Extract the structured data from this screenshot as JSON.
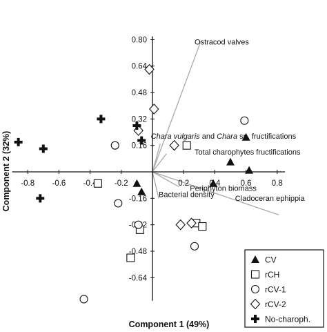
{
  "chart_data": {
    "type": "scatter",
    "title": "",
    "xlabel": "Component 1 (49%)",
    "ylabel": "Component 2 (32%)",
    "xlim": [
      -0.9,
      0.85
    ],
    "ylim": [
      -0.78,
      0.82
    ],
    "x_ticks": [
      "-0.8",
      "-0.6",
      "-0.4",
      "-0.2",
      "0.2",
      "0.4",
      "0.6",
      "0.8"
    ],
    "y_ticks": [
      "0.80",
      "0.64",
      "0.48",
      "0.32",
      "0.16",
      "-0.16",
      "-0.32",
      "-0.48",
      "-0.64"
    ],
    "x_tick_values": [
      -0.8,
      -0.6,
      -0.4,
      -0.2,
      0.2,
      0.4,
      0.6,
      0.8
    ],
    "y_tick_values": [
      0.8,
      0.64,
      0.48,
      0.32,
      0.16,
      -0.16,
      -0.32,
      -0.48,
      -0.64
    ],
    "grid": false,
    "legend_position": "bottom-right",
    "vectors": [
      {
        "label": "Ostracod valves",
        "x": 0.31,
        "y": 0.79,
        "label_x": 0.27,
        "label_y": 0.77
      },
      {
        "label": "Chara vulgaris and Chara sp. fructifications",
        "x": 0.05,
        "y": 0.17,
        "label_x": -0.01,
        "label_y": 0.2
      },
      {
        "label": "Total charophytes fructifications",
        "x": 0.09,
        "y": 0.11,
        "label_x": 0.27,
        "label_y": 0.105
      },
      {
        "label": "Periphyton biomass",
        "x": 0.17,
        "y": -0.09,
        "label_x": 0.24,
        "label_y": -0.115
      },
      {
        "label": "Bacterial density",
        "x": 0.04,
        "y": -0.16,
        "label_x": 0.04,
        "label_y": -0.152
      },
      {
        "label": "Cladoceran ephippia",
        "x": 0.81,
        "y": -0.26,
        "label_x": 0.53,
        "label_y": -0.175
      }
    ],
    "series": [
      {
        "name": "CV",
        "marker": "triangle",
        "points": [
          [
            -0.1,
            -0.07
          ],
          [
            -0.07,
            -0.12
          ],
          [
            0.39,
            -0.07
          ],
          [
            0.5,
            0.06
          ],
          [
            0.6,
            0.21
          ],
          [
            0.62,
            0.01
          ]
        ]
      },
      {
        "name": "rCH",
        "marker": "square",
        "points": [
          [
            -0.35,
            -0.07
          ],
          [
            -0.08,
            -0.35
          ],
          [
            -0.14,
            -0.52
          ],
          [
            0.22,
            0.16
          ],
          [
            0.28,
            -0.31
          ],
          [
            0.32,
            -0.33
          ]
        ]
      },
      {
        "name": "rCV-1",
        "marker": "circle",
        "points": [
          [
            -0.24,
            0.16
          ],
          [
            -0.22,
            -0.19
          ],
          [
            -0.09,
            -0.32
          ],
          [
            0.27,
            -0.45
          ],
          [
            0.59,
            0.31
          ],
          [
            -0.44,
            -0.77
          ]
        ]
      },
      {
        "name": "rCV-2",
        "marker": "diamond",
        "points": [
          [
            -0.02,
            0.62
          ],
          [
            0.01,
            0.38
          ],
          [
            -0.09,
            0.25
          ],
          [
            0.14,
            0.16
          ],
          [
            0.18,
            -0.32
          ],
          [
            0.25,
            -0.31
          ]
        ]
      },
      {
        "name": "No-charoph.",
        "marker": "cross",
        "points": [
          [
            -0.86,
            0.18
          ],
          [
            -0.7,
            0.14
          ],
          [
            -0.33,
            0.32
          ],
          [
            -0.1,
            0.28
          ],
          [
            -0.07,
            0.19
          ],
          [
            -0.72,
            -0.16
          ]
        ]
      }
    ]
  },
  "vector_label_parts": {
    "chara": [
      "Chara vulgaris",
      " and ",
      "Chara",
      " sp. fructifications"
    ]
  },
  "colors": {
    "vector": "#a8a8a8",
    "axis": "#111111",
    "marker_fill": "#111111",
    "marker_hollow": "#ffffff"
  }
}
